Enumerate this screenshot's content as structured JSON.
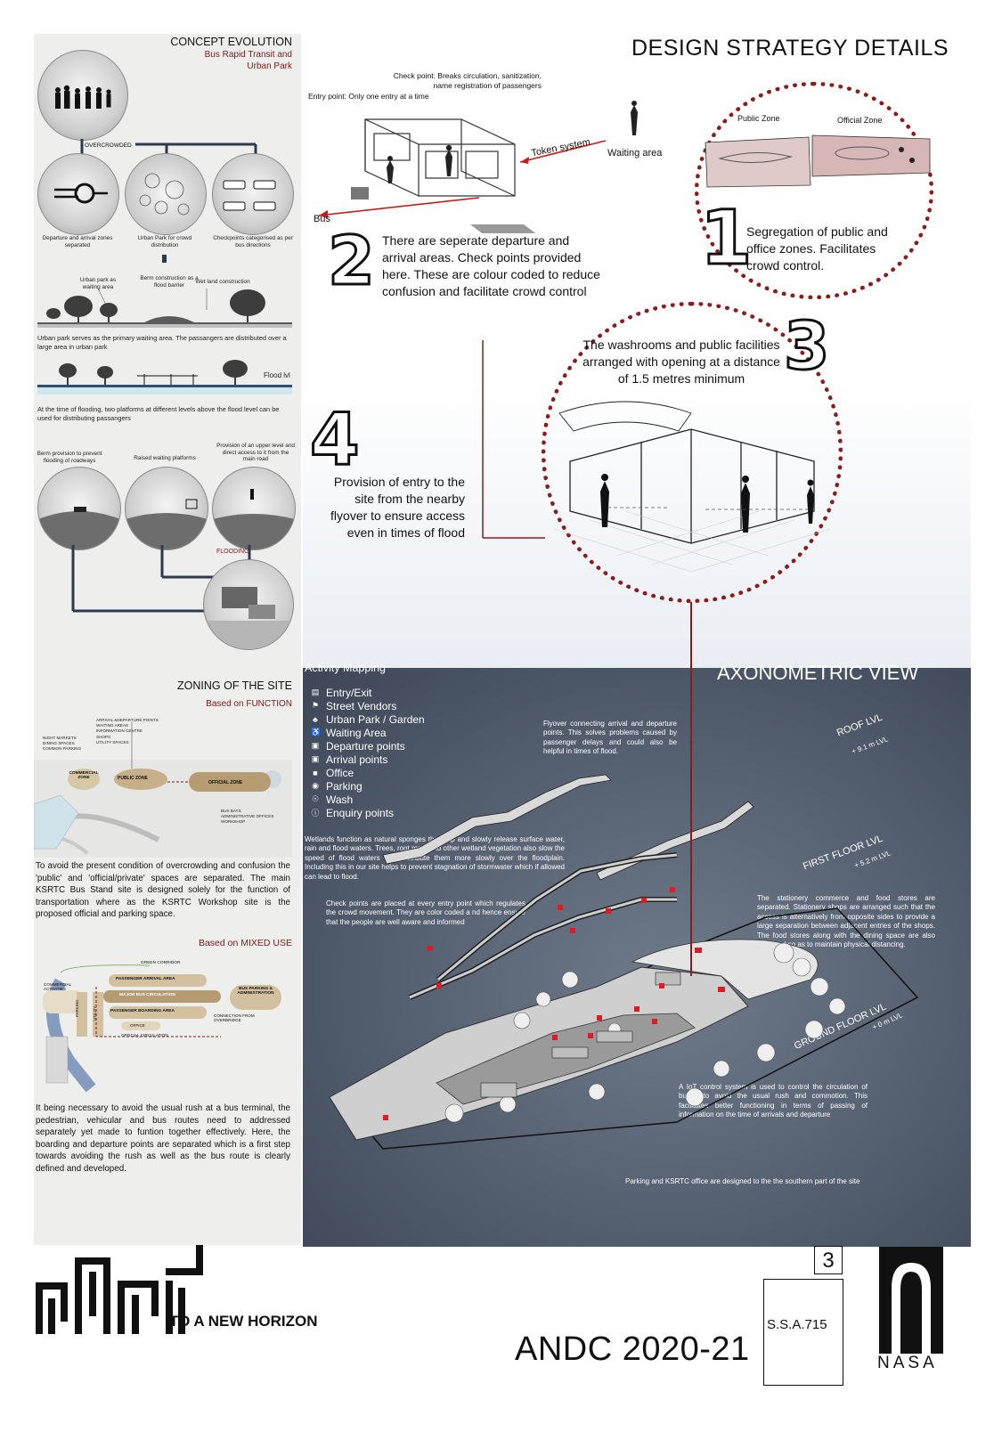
{
  "concept": {
    "title": "CONCEPT EVOLUTION",
    "subtitle_1": "Bus Rapid Transit and",
    "subtitle_2": "Urban Park",
    "overcrowded": "OVERCROWDED",
    "cap_departure": "Departure and arrival zones separated",
    "cap_park": "Urban Park for crowd distribution",
    "cap_checkpoints": "Checkpoints categorised as per bus directions",
    "label_park_wait": "Urban park as waiting area",
    "label_berm": "Berm construction as a flood barrier",
    "label_wetland": "Wet land construction",
    "text_park": "Urban park serves as the primary waiting area. The passangers are distributed over a large area in urban park",
    "flood_lvl": "Flood lvl",
    "text_flood": "At the time of flooding, two platforms at different levels above the flood level can be used for distributing passangers",
    "label_berm_prov": "Berm provision to prevent flooding of roadways",
    "label_raised": "Raised waiting platforms",
    "label_upper": "Provision of an upper level and direct access to it from the main road",
    "flooding": "FLOODING"
  },
  "zoning": {
    "title": "ZONING OF THE SITE",
    "sub_function": "Based on FUNCTION",
    "d1_labels": [
      "ARRIVAL &DEPARTURE POINTS",
      "WAITING AREAS",
      "INFORMATION CENTRE",
      "SHOPS",
      "UTILITY SPACES"
    ],
    "d1_left": [
      "NIGHT MARKETS",
      "DINING SPACES",
      "COMMON PARKING"
    ],
    "d1_commercial": "COMMERCIAL ZONE",
    "d1_public": "PUBLIC ZONE",
    "d1_official": "OFFICIAL ZONE",
    "d1_bottom": [
      "BUS BAYS",
      "ADMINISTRATIVE OFFICES",
      "WORKSHOP"
    ],
    "text_function": "To avoid the present condition of overcrowding and confusion the 'public' and 'official/private' spaces are separated. The main KSRTC Bus Stand site is designed solely for the function of transportation where as the KSRTC Workshop site is the proposed official and parking space.",
    "sub_mixed": "Based on MIXED USE",
    "d2_green": "GREEN CORRIDOR",
    "d2_commercial": "COMMERCIAL ACTIVITIES",
    "d2_pass_arrival": "PASSENGER ARRIVAL AREA",
    "d2_major": "MAJOR BUS CIRCULATION",
    "d2_boarding": "PASSENGER BOARDING AREA",
    "d2_office": "OFFICE",
    "d2_official_circ": "OFFICIAL CIRCULATION",
    "d2_parking": "PARKING",
    "d2_utility": "UTILITY",
    "d2_bus_parking": "BUS PARKING & ADMINISTRATION",
    "d2_connection": "CONNECTION FROM OVERBRIDGE",
    "text_mixed": "It being necessary to avoid the usual rush at a bus terminal, the pedestrian, vehicular and bus routes need to addressed separately yet made to funtion together effectively. Here, the boarding and departure points are separated which is a first step towards avoiding the rush as well as the bus route is clearly defined and developed."
  },
  "strategy": {
    "title": "DESIGN STRATEGY DETAILS",
    "checkpoint_label": "Check point: Breaks circulation, sanitization, name registration of passengers",
    "entry_label": "Entry point: Only one entry at a time",
    "token": "Token system",
    "waiting": "Waiting area",
    "bus": "Bus",
    "n1": "1",
    "n2": "2",
    "n3": "3",
    "n4": "4",
    "public_zone": "Public Zone",
    "official_zone": "Official Zone",
    "text1": "Segregation of public and office zones. Facilitates crowd control.",
    "text2": "There are seperate departure and arrival areas. Check points provided here. These are colour coded  to reduce confusion and facilitate crowd control",
    "text3": "The washrooms and public facilities arranged with opening at a distance of 1.5 metres minimum",
    "text4": "Provision of entry to the site from the nearby flyover to ensure access even in times of flood"
  },
  "axo": {
    "title": "AXONOMETRIC VIEW",
    "activity_title": "Activity Mapping",
    "legend": [
      {
        "icon": "entry-exit-icon",
        "glyph": "▤",
        "label": "Entry/Exit"
      },
      {
        "icon": "street-vendor-icon",
        "glyph": "⚑",
        "label": "Street Vendors"
      },
      {
        "icon": "tree-icon",
        "glyph": "♣",
        "label": "Urban Park / Garden"
      },
      {
        "icon": "waiting-icon",
        "glyph": "♿",
        "label": "Waiting Area"
      },
      {
        "icon": "bus-icon",
        "glyph": "▣",
        "label": "Departure points"
      },
      {
        "icon": "arrival-bus-icon",
        "glyph": "▣",
        "label": "Arrival points"
      },
      {
        "icon": "office-icon",
        "glyph": "■",
        "label": "Office"
      },
      {
        "icon": "parking-icon",
        "glyph": "◉",
        "label": "Parking"
      },
      {
        "icon": "wash-icon",
        "glyph": "☉",
        "label": "Wash"
      },
      {
        "icon": "enquiry-icon",
        "glyph": "ⓘ",
        "label": "Enquiry points"
      }
    ],
    "flyover_text": "Flyover connecting arrival and departure points.  This solves problems caused by passenger delays and could also be helpful in times of flood.",
    "roof": "ROOF LVL",
    "roof_h": "+ 9.1 m LVL",
    "first": "FIRST FLOOR LVL",
    "first_h": "+ 5.2 m LVL",
    "ground": "GROUND FLOOR LVL",
    "ground_h": "+ 0 m LVL",
    "wetlands_text": "Wetlands function as natural sponges that trap and slowly release surface water, rain and flood waters. Trees, root mats and other wetland vegetation also slow the speed of flood waters and distribute them more slowly over the floodplain. Including this  in our site helps to prevent stagnation of stormwater which if allowed can lead to flood.",
    "checkpoints_text": "Check points are placed at every entry point which regulates the crowd movement. They are color coded a nd hence ensure that the people are well aware and informed",
    "stationery_text": "The stationery commerce and food stores are separated. Stationery shops are arranged such that the access is alternatively from opposite sides to provide a large separation between adjacent entries of the shops. The food stores along with the dining space are also designed so as to maintain physical distancing.",
    "iot_text": "A IoT control system is used to control the circulation of buses to avoid the usual rush and commotion. This facilitates better functioning in terms of passing of information on the time of arrivals and departure",
    "parking_text": "Parking and KSRTC office are designed to the the southern part of the site"
  },
  "footer": {
    "tagline": "TO A NEW HORIZON",
    "competition": "ANDC 2020-21",
    "sheet_number": "3",
    "entry_code": "S.S.A.715",
    "logo_text": "NASA",
    "registered": "®"
  }
}
